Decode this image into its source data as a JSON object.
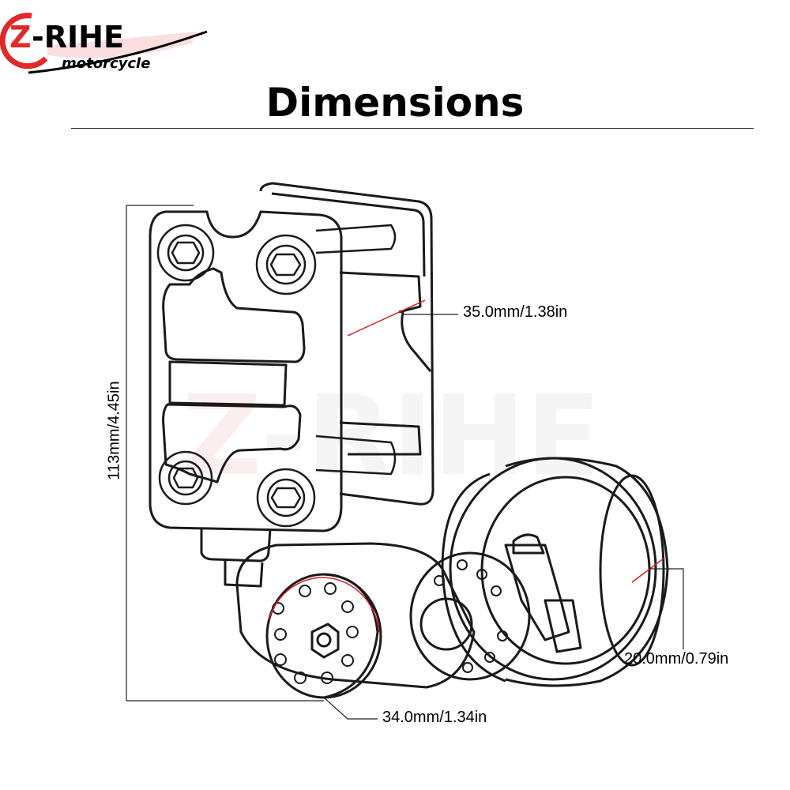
{
  "brand": {
    "name": "Z-RIHE",
    "tagline": "motorcycle",
    "accent_color": "#e02a2a"
  },
  "title": "Dimensions",
  "watermark": "Z-RIHE",
  "dimensions": {
    "height": "113mm/4.45in",
    "bracket_width": "35.0mm/1.38in",
    "wheel_width": "20.0mm/0.79in",
    "disc_diameter": "34.0mm/1.34in"
  },
  "colors": {
    "line": "#1a1a1a",
    "dim_line": "#222222",
    "measure_red": "#d42020",
    "watermark": "#f3d6d6"
  }
}
